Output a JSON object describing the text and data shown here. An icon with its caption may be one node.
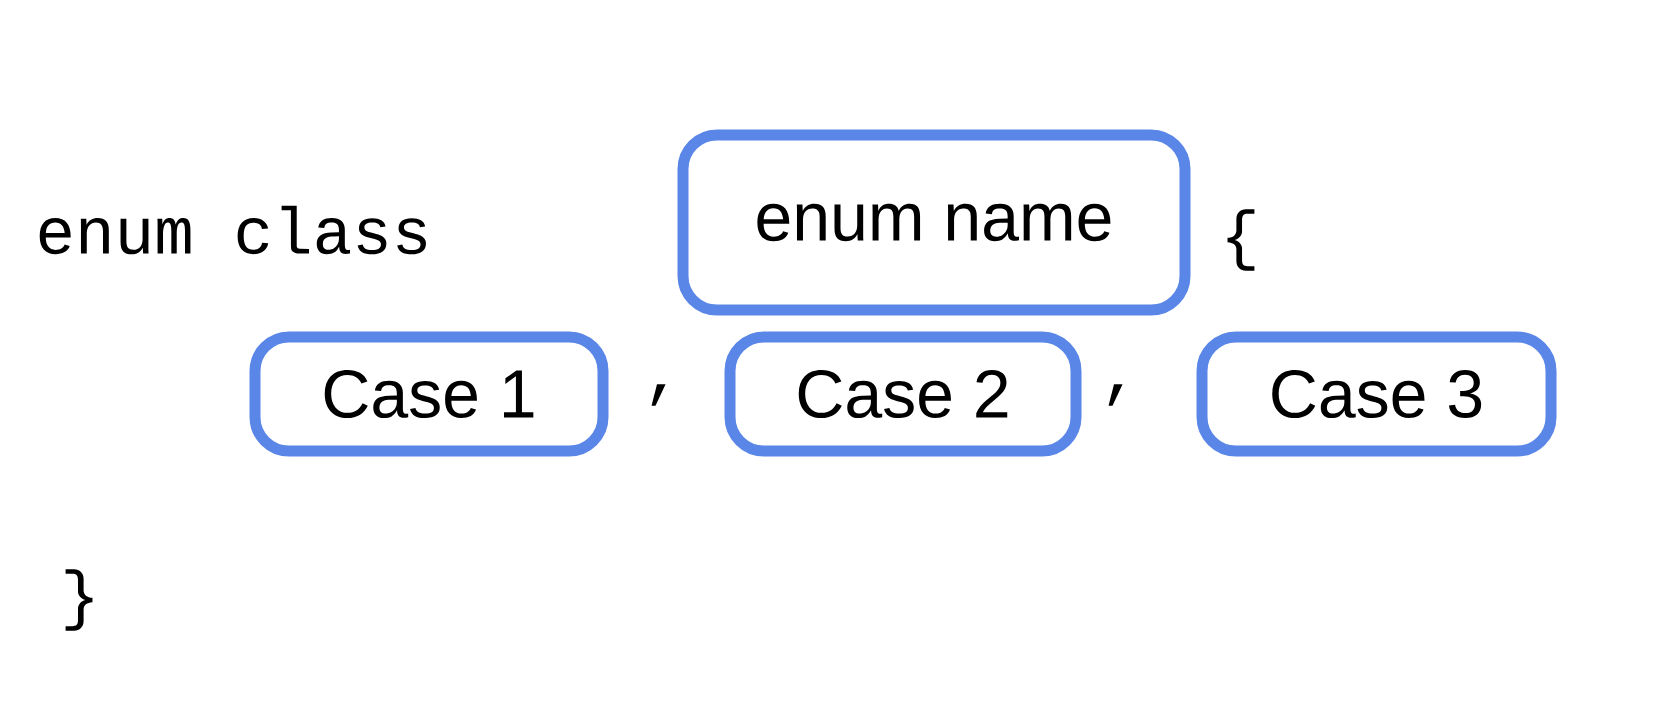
{
  "diagram": {
    "nodes": [
      {
        "text": [
          "enum name"
        ]
      },
      {
        "text": [
          "Case 1"
        ]
      },
      {
        "text": [
          "Case 2"
        ]
      },
      {
        "text": [
          "Case 3"
        ]
      }
    ],
    "labels": [
      "enum class",
      "{",
      ",",
      ",",
      "}"
    ]
  }
}
